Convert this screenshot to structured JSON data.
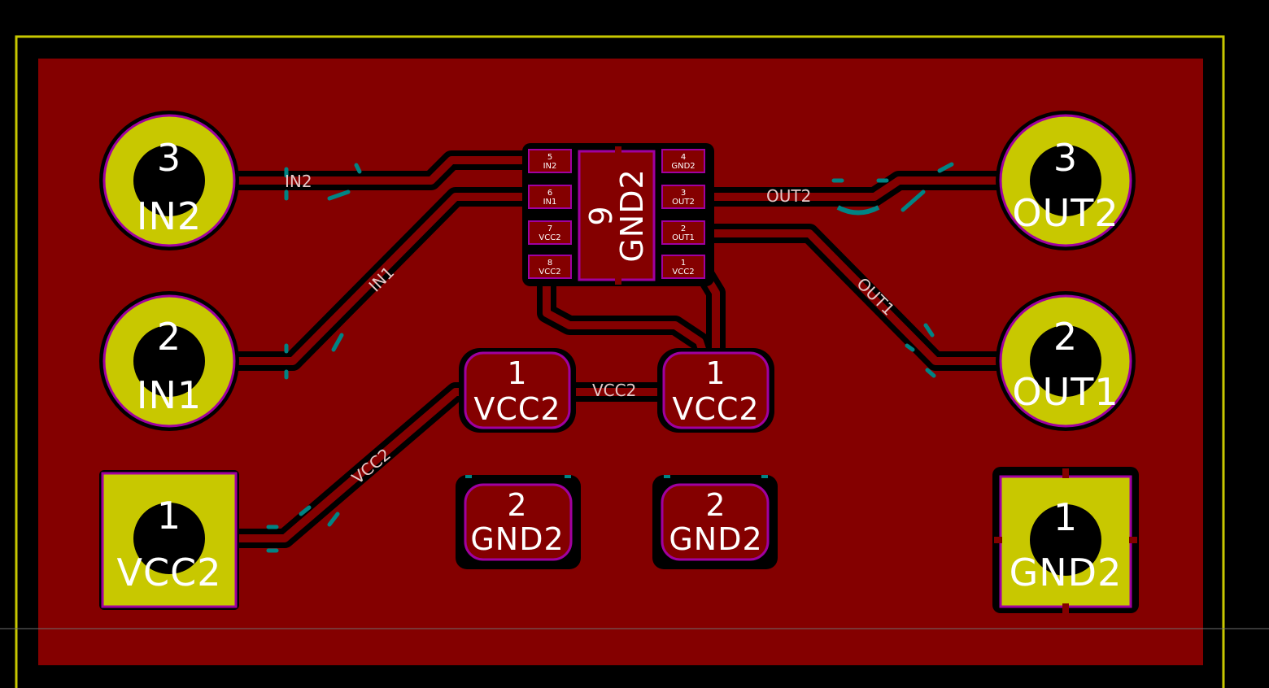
{
  "colors": {
    "background": "#000000",
    "board_outline": "#c8c800",
    "copper_fill": "#840000",
    "clearance": "#000000",
    "pad": "#c8c800",
    "smd_pad": "#840000",
    "pad_outline": "#a000a0",
    "via_stub": "#008484",
    "text": "#ffffff",
    "net_text": "#e6c8c8"
  },
  "connectors": {
    "left": [
      {
        "number": "3",
        "name": "IN2"
      },
      {
        "number": "2",
        "name": "IN1"
      },
      {
        "number": "1",
        "name": "VCC2"
      }
    ],
    "right": [
      {
        "number": "3",
        "name": "OUT2"
      },
      {
        "number": "2",
        "name": "OUT1"
      },
      {
        "number": "1",
        "name": "GND2"
      }
    ]
  },
  "ic": {
    "exposed_pad": {
      "number": "9",
      "name": "GND2"
    },
    "left_pins": [
      {
        "number": "5",
        "name": "IN2"
      },
      {
        "number": "6",
        "name": "IN1"
      },
      {
        "number": "7",
        "name": "VCC2"
      },
      {
        "number": "8",
        "name": "VCC2"
      }
    ],
    "right_pins": [
      {
        "number": "4",
        "name": "GND2"
      },
      {
        "number": "3",
        "name": "OUT2"
      },
      {
        "number": "2",
        "name": "OUT1"
      },
      {
        "number": "1",
        "name": "VCC2"
      }
    ]
  },
  "capacitor_pads": [
    {
      "number": "1",
      "name": "VCC2"
    },
    {
      "number": "1",
      "name": "VCC2"
    },
    {
      "number": "2",
      "name": "GND2"
    },
    {
      "number": "2",
      "name": "GND2"
    }
  ],
  "net_labels": {
    "in2": "IN2",
    "in1": "IN1",
    "vcc2_horizontal": "VCC2",
    "vcc2_diagonal": "VCC2",
    "out2": "OUT2",
    "out1": "OUT1"
  }
}
